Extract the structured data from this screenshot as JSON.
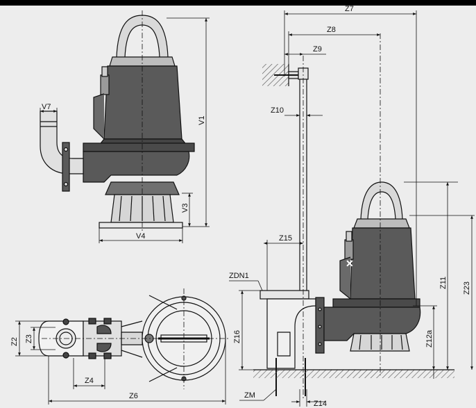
{
  "labels": {
    "v1": "V1",
    "v3": "V3",
    "v4": "V4",
    "v7": "V7",
    "z2": "Z2",
    "z3": "Z3",
    "z4": "Z4",
    "z6": "Z6",
    "z7": "Z7",
    "z8": "Z8",
    "z9": "Z9",
    "z10": "Z10",
    "z11": "Z11",
    "z12a": "Z12a",
    "z14": "Z14",
    "z15": "Z15",
    "z16": "Z16",
    "z23": "Z23",
    "zdn1": "ZDN1",
    "zm": "ZM"
  },
  "colors": {
    "background": "#ededed",
    "line": "#111111",
    "pump_body": "#4a4a4a",
    "pump_light": "#d9d9d9",
    "hatch": "#555555"
  }
}
